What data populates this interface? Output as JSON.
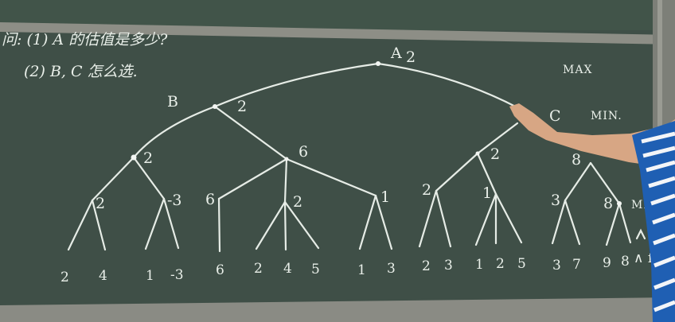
{
  "question": {
    "line1": "问: (1)  A 的估值是多少?",
    "line2": "(2) B, C 怎么选."
  },
  "levels": {
    "max": "MAX",
    "min": "MIN.",
    "min2": "MIN"
  },
  "tree": {
    "root": {
      "name": "A",
      "value": "2"
    },
    "b": {
      "name": "B",
      "value": "2"
    },
    "c": {
      "name": "C",
      "value": "8"
    },
    "b_children": [
      "2",
      "6"
    ],
    "c_children": [
      "2",
      "2"
    ],
    "min2_values": [
      "2",
      "-3",
      "6",
      "2",
      "1",
      "2",
      "1",
      "3",
      "8"
    ],
    "leaves": [
      "2",
      "4",
      "1",
      "-3",
      "6",
      "2",
      "4",
      "5",
      "1",
      "3",
      "2",
      "3",
      "1",
      "2",
      "5",
      "3",
      "7",
      "9",
      "8"
    ]
  },
  "edge_note": "∧ f(",
  "colors": {
    "board": "#3e4f46",
    "chalk": "#e9efe9",
    "frame": "#8f8f86",
    "shirt_blue": "#1f5fb3"
  }
}
